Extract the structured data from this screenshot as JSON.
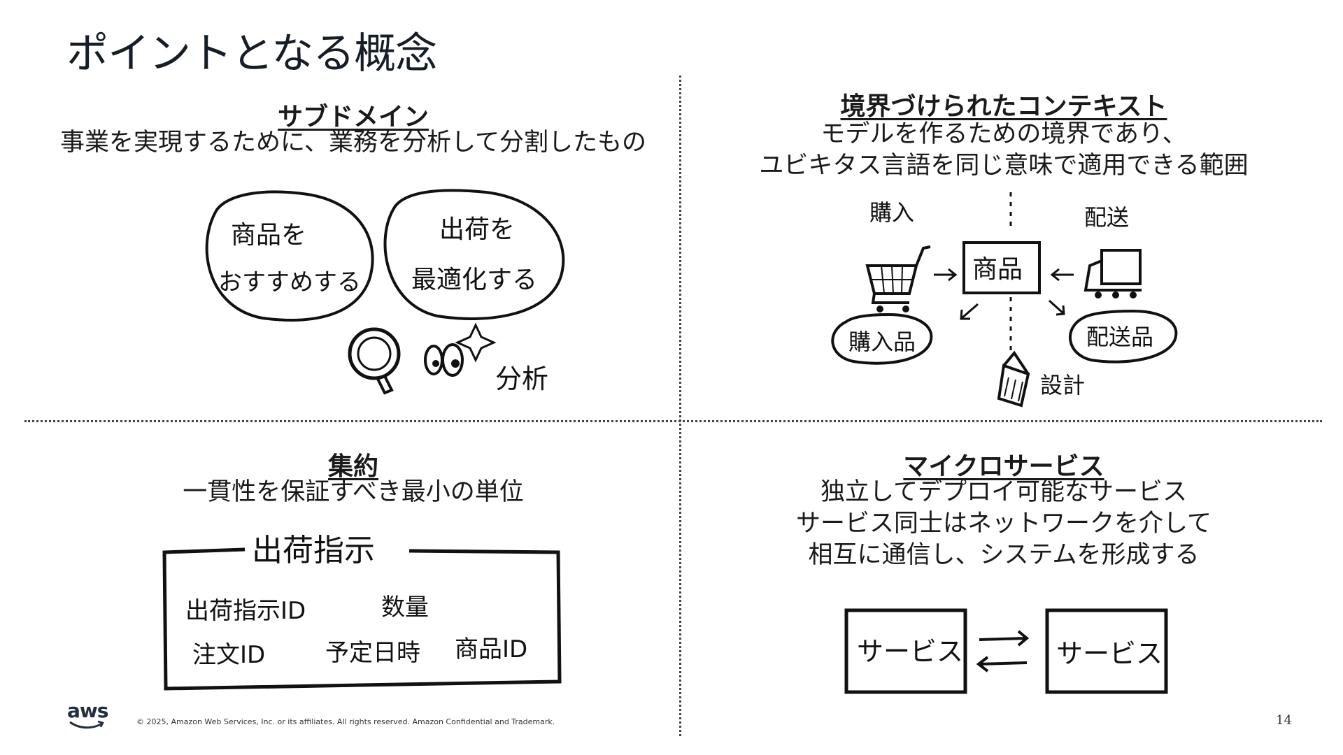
{
  "title": "ポイントとなる概念",
  "subdomain": {
    "heading": "サブドメイン",
    "desc": "事業を実現するために、業務を分析して分割したもの",
    "bubble1_line1": "商品を",
    "bubble1_line2": "おすすめする",
    "bubble2_line1": "出荷を",
    "bubble2_line2": "最適化する",
    "analysis_label": "分析"
  },
  "bounded_context": {
    "heading": "境界づけられたコンテキスト",
    "desc_line1": "モデルを作るための境界であり、",
    "desc_line2": "ユビキタス言語を同じ意味で適用できる範囲",
    "purchase_label": "購入",
    "delivery_label": "配送",
    "product_box": "商品",
    "purchased_item": "購入品",
    "delivered_item": "配送品",
    "design_label": "設計"
  },
  "aggregate": {
    "heading": "集約",
    "desc": "一貫性を保証すべき最小の単位",
    "box_title": "出荷指示",
    "fields_row1": [
      "出荷指示ID",
      "数量"
    ],
    "fields_row2": [
      "注文ID",
      "予定日時",
      "商品ID"
    ]
  },
  "microservices": {
    "heading": "マイクロサービス",
    "desc_line1": "独立してデプロイ可能なサービス",
    "desc_line2": "サービス同士はネットワークを介して",
    "desc_line3": "相互に通信し、システムを形成する",
    "service_a": "サービス",
    "service_b": "サービス"
  },
  "footer": {
    "logo": "aws",
    "copyright": "© 2025, Amazon Web Services, Inc. or its affiliates. All rights reserved. Amazon Confidential and Trademark.",
    "page_number": "14"
  },
  "colors": {
    "ink": "#111111",
    "logo_smile": "#232f3e"
  }
}
